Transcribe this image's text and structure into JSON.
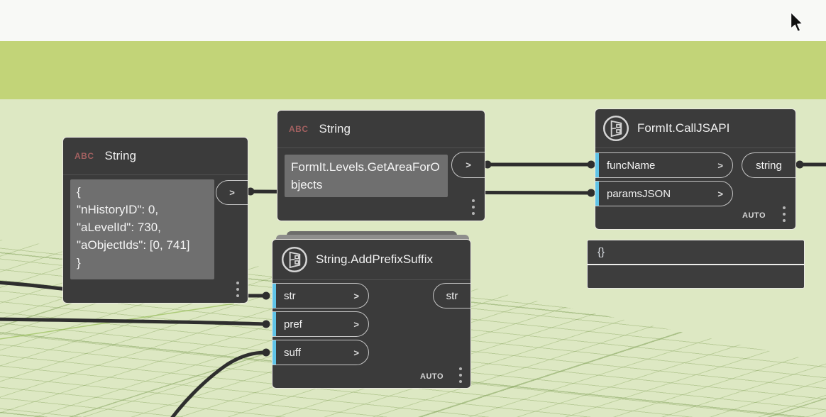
{
  "nodes": {
    "string1": {
      "type_label": "String",
      "icon_label": "ABC",
      "value": "{\n\"nHistoryID\": 0,\n\"aLevelId\": 730,\n\"aObjectIds\": [0, 741]\n}",
      "output_chevron": ">"
    },
    "string2": {
      "type_label": "String",
      "icon_label": "ABC",
      "value": "FormIt.Levels.GetAreaForObjects",
      "output_chevron": ">"
    },
    "add_prefix_suffix": {
      "title": "String.AddPrefixSuffix",
      "inputs": [
        {
          "label": "str",
          "chevron": ">"
        },
        {
          "label": "pref",
          "chevron": ">"
        },
        {
          "label": "suff",
          "chevron": ">"
        }
      ],
      "output_label": "str",
      "lacing": "AUTO"
    },
    "call_jsapi": {
      "title": "FormIt.CallJSAPI",
      "inputs": [
        {
          "label": "funcName",
          "chevron": ">"
        },
        {
          "label": "paramsJSON",
          "chevron": ">"
        }
      ],
      "output_label": "string",
      "lacing": "AUTO"
    },
    "preview": {
      "value": "{}"
    }
  },
  "colors": {
    "band_green": "#c2d478",
    "canvas_green": "#dde8c3",
    "node_bg": "#3b3b3b",
    "node_border": "#eceae4",
    "port_accent_cyan": "#5fc4e7",
    "wire": "#2e2e2e",
    "abc_red": "#a26060"
  }
}
